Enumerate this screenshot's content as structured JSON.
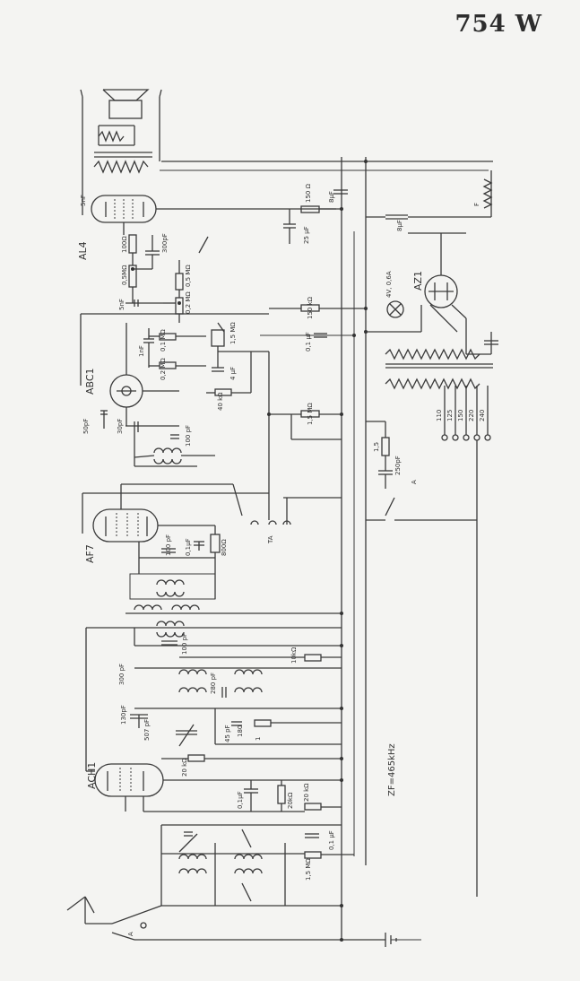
{
  "title": "754 W",
  "tubes": [
    "AL4",
    "ABC1",
    "AF7",
    "ACH1",
    "AZ1"
  ],
  "lamp": "4V, 0,6A",
  "jacks": [
    "TA",
    "A",
    "A"
  ],
  "if_note": "ZF=465kHz",
  "mains_taps": [
    "110",
    "125",
    "150",
    "220",
    "240"
  ],
  "components": {
    "c_al4_screen": "5nF",
    "r_al4_grid_stop": "100Ω",
    "c_al4_cathode": "300pF",
    "r_al4_grid": "0,5MΩ",
    "r_05mohm": "0,5 MΩ",
    "c_coupling": "5nF",
    "r_02mohm": "0,2 MΩ",
    "r_150ohm_top": "150 Ω",
    "c_8uf": "8μF",
    "c_25uf": "25 μF",
    "r_150kohm": "150 kΩ",
    "c_01uf": "0,1 μF",
    "c_1nf": "1nF",
    "r_01mohm": "0,1 MΩ",
    "r_02mohm_b": "0,2 MΩ",
    "pot_15mohm": "1,5 MΩ",
    "c_4uf": "4 μF",
    "r_40kohm": "40 kΩ",
    "c_50pf": "50pF",
    "c_30pf": "30pF",
    "c_100pf_if": "100 pF",
    "r_15mohm": "1,5 MΩ",
    "c_8uf_filter": "8μF",
    "c_250pf": "250pF",
    "fuse": "1,5",
    "fuse_main": "F",
    "c_100pf_af7": "100 pF",
    "c_01uf_af7": "0,1μF",
    "r_800ohm": "800Ω",
    "c_100pf_b": "100 pF",
    "r_10kohm": "10kΩ",
    "c_300pf": "300 pF",
    "c_280pf": "280 pF",
    "c_130pf": "130pF",
    "c_507pf": "507 pF",
    "c_45pf": "45 pF",
    "c_180pf": "180",
    "r_1": "1",
    "r_20kohm": "20 kΩ",
    "c_01uf_b": "0,1μF",
    "r_20kohm_b": "20kΩ",
    "r_20kohm_c": "20 kΩ",
    "c_01uf_c": "0,1 μF",
    "r_15mohm_b": "1,5 MΩ"
  }
}
